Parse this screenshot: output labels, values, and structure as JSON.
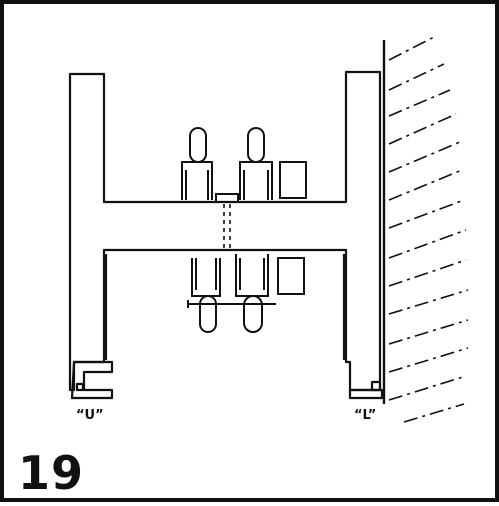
{
  "figure": {
    "number": "19",
    "labels": {
      "left_column": "“U”",
      "right_column": "“L”"
    }
  },
  "colors": {
    "ink": "#111111",
    "paper": "#ffffff"
  }
}
